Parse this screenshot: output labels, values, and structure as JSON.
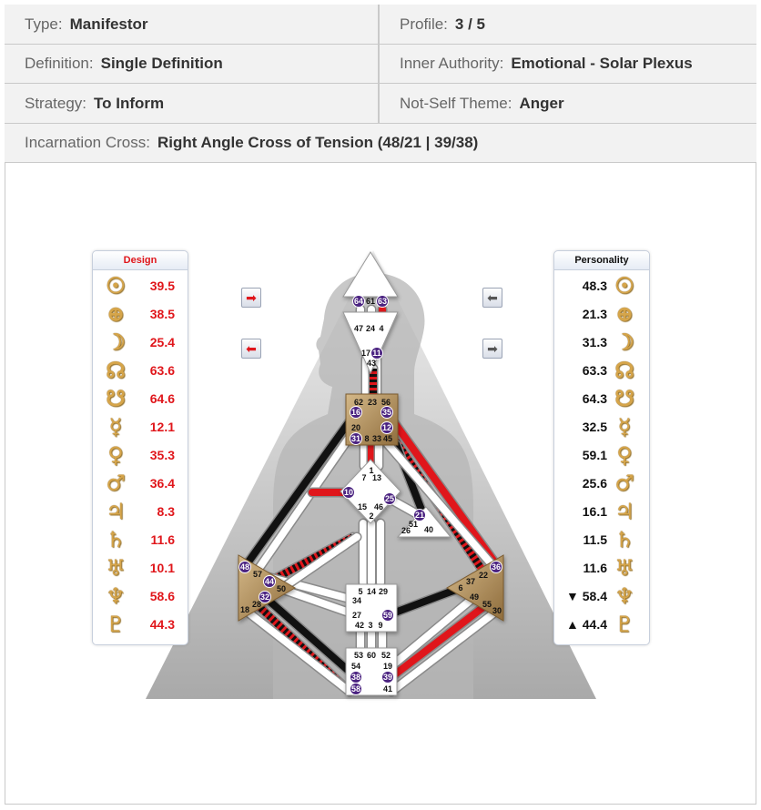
{
  "info": {
    "type": {
      "label": "Type:",
      "value": "Manifestor"
    },
    "profile": {
      "label": "Profile:",
      "value": "3 / 5"
    },
    "definition": {
      "label": "Definition:",
      "value": "Single Definition"
    },
    "inner_authority": {
      "label": "Inner Authority:",
      "value": "Emotional - Solar Plexus"
    },
    "strategy": {
      "label": "Strategy:",
      "value": "To Inform"
    },
    "not_self_theme": {
      "label": "Not-Self Theme:",
      "value": "Anger"
    },
    "incarnation_cross": {
      "label": "Incarnation Cross:",
      "value": "Right Angle Cross of Tension (48/21 | 39/38)"
    }
  },
  "colors": {
    "design": "#e0161b",
    "personality": "#111111",
    "center_gold": "#b59360",
    "channel_white": "#ffffff",
    "gate_badge": "#4b2381",
    "page_bg": "#f2f2f2",
    "border": "#c9c9c9"
  },
  "design_panel": {
    "title": "Design",
    "rows": [
      {
        "planet": "sun",
        "glyph": "☉",
        "value": "39.5"
      },
      {
        "planet": "earth",
        "glyph": "⊕",
        "value": "38.5"
      },
      {
        "planet": "moon",
        "glyph": "☽",
        "value": "25.4"
      },
      {
        "planet": "north-node",
        "glyph": "☊",
        "value": "63.6"
      },
      {
        "planet": "south-node",
        "glyph": "☋",
        "value": "64.6"
      },
      {
        "planet": "mercury",
        "glyph": "☿",
        "value": "12.1"
      },
      {
        "planet": "venus",
        "glyph": "♀",
        "value": "35.3"
      },
      {
        "planet": "mars",
        "glyph": "♂",
        "value": "36.4"
      },
      {
        "planet": "jupiter",
        "glyph": "♃",
        "value": "8.3"
      },
      {
        "planet": "saturn",
        "glyph": "♄",
        "value": "11.6"
      },
      {
        "planet": "uranus",
        "glyph": "♅",
        "value": "10.1"
      },
      {
        "planet": "neptune",
        "glyph": "♆",
        "value": "58.6"
      },
      {
        "planet": "pluto",
        "glyph": "♇",
        "value": "44.3"
      }
    ]
  },
  "personality_panel": {
    "title": "Personality",
    "rows": [
      {
        "planet": "sun",
        "glyph": "☉",
        "value": "48.3"
      },
      {
        "planet": "earth",
        "glyph": "⊕",
        "value": "21.3"
      },
      {
        "planet": "moon",
        "glyph": "☽",
        "value": "31.3"
      },
      {
        "planet": "north-node",
        "glyph": "☊",
        "value": "63.3"
      },
      {
        "planet": "south-node",
        "glyph": "☋",
        "value": "64.3"
      },
      {
        "planet": "mercury",
        "glyph": "☿",
        "value": "32.5"
      },
      {
        "planet": "venus",
        "glyph": "♀",
        "value": "59.1"
      },
      {
        "planet": "mars",
        "glyph": "♂",
        "value": "25.6"
      },
      {
        "planet": "jupiter",
        "glyph": "♃",
        "value": "16.1"
      },
      {
        "planet": "saturn",
        "glyph": "♄",
        "value": "11.5"
      },
      {
        "planet": "uranus",
        "glyph": "♅",
        "value": "11.6"
      },
      {
        "planet": "neptune",
        "glyph": "♆",
        "value": "▼ 58.4"
      },
      {
        "planet": "pluto",
        "glyph": "♇",
        "value": "▲ 44.4"
      }
    ]
  },
  "arrows": {
    "design_top": "➡",
    "design_bottom": "⬅",
    "personality_top": "⬅",
    "personality_bottom": "➡"
  },
  "bodygraph": {
    "centers": {
      "head": {
        "gates": [
          "64",
          "61",
          "63"
        ]
      },
      "ajna": {
        "gates": [
          "47",
          "24",
          "4",
          "17",
          "11",
          "43"
        ]
      },
      "throat": {
        "gates": [
          "62",
          "23",
          "56",
          "16",
          "35",
          "20",
          "12",
          "31",
          "8",
          "33",
          "45"
        ]
      },
      "g": {
        "gates": [
          "1",
          "7",
          "13",
          "10",
          "25",
          "15",
          "46",
          "2"
        ]
      },
      "heart": {
        "gates": [
          "21",
          "51",
          "26",
          "40"
        ]
      },
      "spleen": {
        "gates": [
          "48",
          "57",
          "44",
          "50",
          "32",
          "28",
          "18"
        ]
      },
      "sacral": {
        "gates": [
          "5",
          "14",
          "29",
          "34",
          "27",
          "59",
          "42",
          "3",
          "9"
        ]
      },
      "solar_plexus": {
        "gates": [
          "36",
          "22",
          "6",
          "37",
          "49",
          "55",
          "30"
        ]
      },
      "root": {
        "gates": [
          "53",
          "60",
          "52",
          "54",
          "19",
          "38",
          "39",
          "58",
          "41"
        ]
      }
    },
    "active_gates": [
      "64",
      "63",
      "11",
      "16",
      "35",
      "12",
      "31",
      "10",
      "25",
      "21",
      "48",
      "44",
      "32",
      "59",
      "36",
      "38",
      "39",
      "58"
    ],
    "channels_defined": [
      {
        "gates": [
          "48",
          "16"
        ],
        "by": "personality"
      },
      {
        "gates": [
          "12",
          "22"
        ],
        "by": "design"
      },
      {
        "gates": [
          "35",
          "36"
        ],
        "by": "design"
      },
      {
        "gates": [
          "39",
          "55"
        ],
        "by": "design"
      },
      {
        "gates": [
          "38",
          "28"
        ],
        "by": "design"
      },
      {
        "gates": [
          "32",
          "54"
        ],
        "by": "personality"
      }
    ]
  }
}
